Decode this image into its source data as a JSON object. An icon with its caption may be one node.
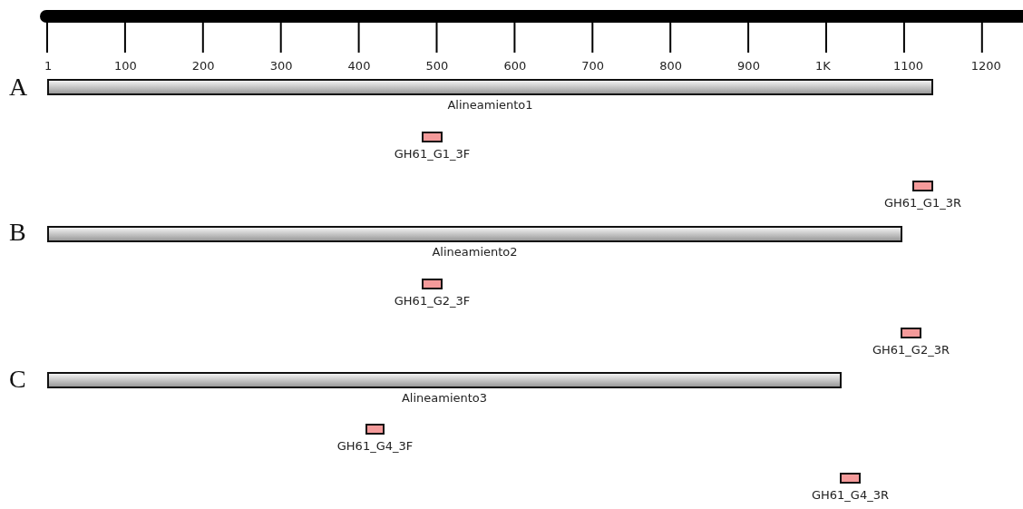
{
  "diagram": {
    "nodes": [
      {
        "text": [
          "Alineamiento1"
        ]
      },
      {
        "text": [
          "GH61_G1_3F"
        ]
      },
      {
        "text": [
          "GH61_G1_3R"
        ]
      },
      {
        "text": [
          "Alineamiento2"
        ]
      },
      {
        "text": [
          "GH61_G2_3F"
        ]
      },
      {
        "text": [
          "GH61_G2_3R"
        ]
      },
      {
        "text": [
          "Alineamiento3"
        ]
      },
      {
        "text": [
          "GH61_G4_3F"
        ]
      },
      {
        "text": [
          "GH61_G4_3R"
        ]
      }
    ],
    "edges": [],
    "labels": [
      "1",
      "100",
      "200",
      "300",
      "400",
      "500",
      "600",
      "700",
      "800",
      "900",
      "1K",
      "1100",
      "1200",
      "A",
      "B",
      "C"
    ]
  }
}
